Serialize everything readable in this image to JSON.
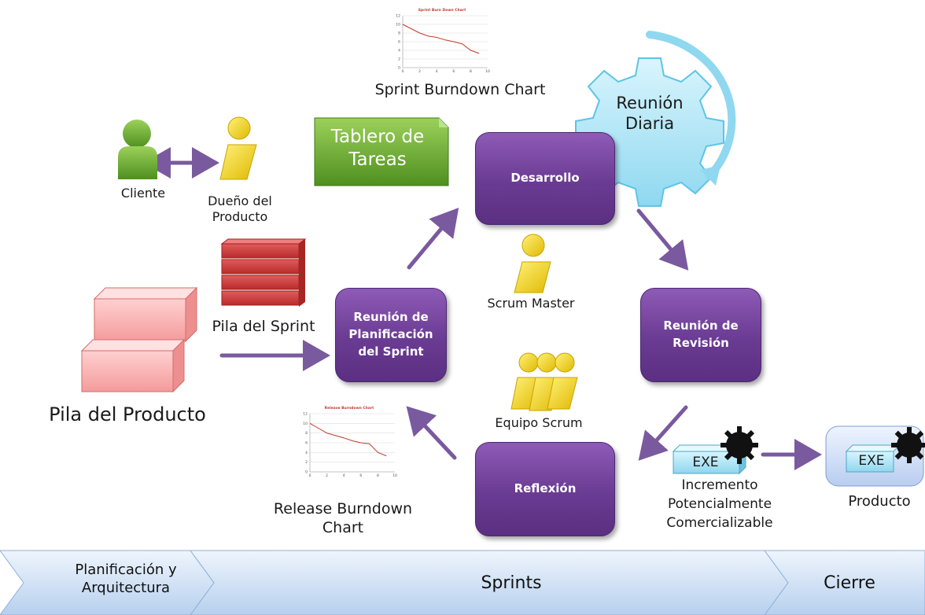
{
  "title_text": {
    "sprint_burndown": "Sprint Burndown Chart",
    "release_burndown": "Release Burndown\nChart"
  },
  "roles": {
    "cliente": "Cliente",
    "dueno": "Dueño del\nProducto",
    "scrum_master": "Scrum Master",
    "equipo": "Equipo Scrum"
  },
  "artifacts": {
    "tablero": "Tablero de\nTareas",
    "pila_sprint": "Pila del Sprint",
    "pila_producto": "Pila del Producto",
    "exe": "EXE",
    "incremento": "Incremento\nPotencialmente\nComercializable",
    "producto": "Producto"
  },
  "meetings": {
    "desarrollo": "Desarrollo",
    "planificacion": "Reunión de\nPlanificación\ndel Sprint",
    "revision": "Reunión de\nRevisión",
    "reflexion": "Reflexión",
    "diaria": "Reunión\nDiaria"
  },
  "phases": [
    "Planificación y\nArquitectura",
    "Sprints",
    "Cierre"
  ],
  "mini_charts": [
    {
      "chart_data": {
        "type": "line",
        "title": "Sprint Burn Down Chart",
        "x": [
          0,
          1,
          2,
          3,
          4,
          5,
          6,
          7,
          8,
          9
        ],
        "values": [
          10,
          9,
          8,
          7.3,
          7,
          6.4,
          6,
          5.5,
          4,
          3.3
        ],
        "xticks": [
          "0",
          "2",
          "4",
          "6",
          "8",
          "10"
        ],
        "yticks": [
          "0",
          "2",
          "4",
          "6",
          "8",
          "10",
          "12"
        ],
        "xlim": [
          0,
          10
        ],
        "ylim": [
          0,
          12
        ]
      }
    },
    {
      "chart_data": {
        "type": "line",
        "title": "Release Burndown Chart",
        "x": [
          0,
          1,
          2,
          3,
          4,
          5,
          6,
          7,
          8,
          9
        ],
        "values": [
          10,
          9,
          8,
          7.5,
          7,
          6.4,
          6,
          5.8,
          4,
          3.3
        ],
        "xticks": [
          "0",
          "2",
          "4",
          "6",
          "8",
          "10"
        ],
        "yticks": [
          "0",
          "2",
          "4",
          "6",
          "8",
          "10",
          "12"
        ],
        "xlim": [
          0,
          10
        ],
        "ylim": [
          0,
          12
        ]
      }
    }
  ],
  "colors": {
    "meeting": "#6a3b92",
    "arrow": "#7a5a9e",
    "tablero": "#6aaa2e",
    "gear": "#a9e3f5",
    "phase_bar": "#d6e6f7"
  }
}
